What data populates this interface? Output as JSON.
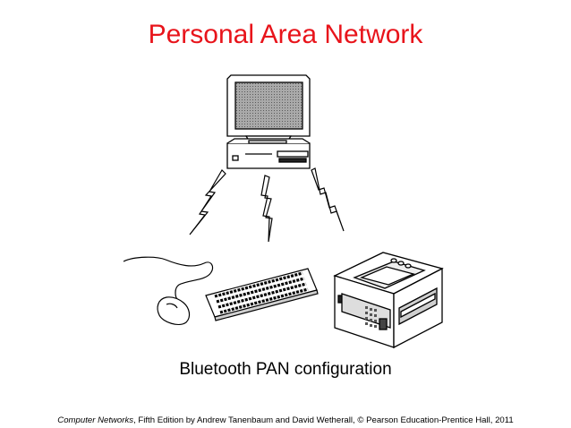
{
  "slide": {
    "title": "Personal Area Network",
    "caption": "Bluetooth PAN configuration",
    "footer": {
      "book_title": "Computer Networks",
      "rest": ", Fifth Edition by Andrew Tanenbaum and David Wetherall, © Pearson Education-Prentice Hall, 2011"
    }
  },
  "colors": {
    "title": "#e8141b",
    "screen": "#8c8c8c",
    "outline": "#000000"
  },
  "icons": [
    "computer-icon",
    "lightning-bolt-icon",
    "mouse-icon",
    "keyboard-icon",
    "printer-icon"
  ]
}
